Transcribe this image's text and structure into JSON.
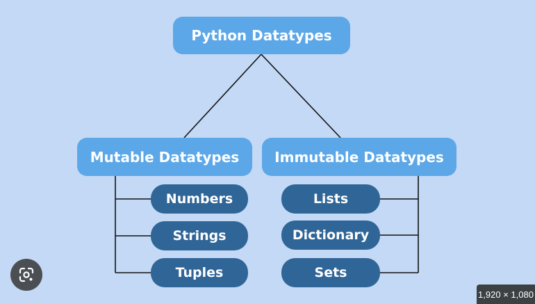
{
  "diagram": {
    "root": "Python Datatypes",
    "mutable": {
      "label": "Mutable Datatypes",
      "children": [
        "Numbers",
        "Strings",
        "Tuples"
      ]
    },
    "immutable": {
      "label": "Immutable Datatypes",
      "children": [
        "Lists",
        "Dictionary",
        "Sets"
      ]
    }
  },
  "overlay": {
    "lens_icon": "google-lens-icon",
    "image_size": "1,920 × 1,080"
  },
  "colors": {
    "background": "#c4d9f5",
    "header_box": "#5ba7e8",
    "leaf_box": "#2f6597",
    "connector": "#111111"
  }
}
